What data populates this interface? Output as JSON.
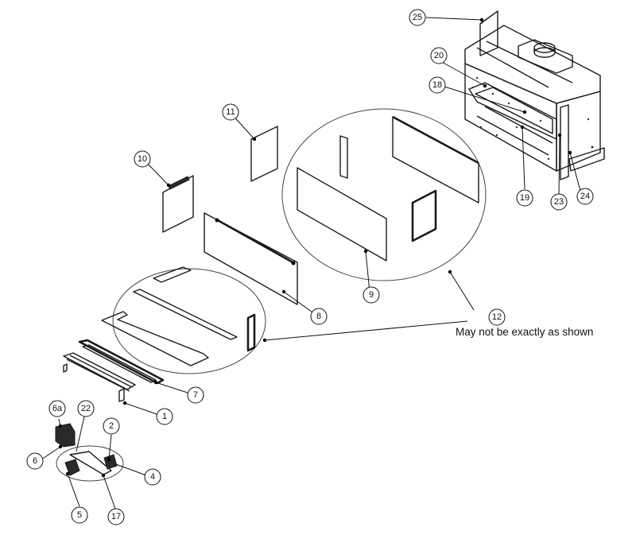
{
  "diagram": {
    "type": "exploded parts diagram",
    "subject": "fireplace insert",
    "note": "May not be exactly as shown",
    "callouts": [
      {
        "id": "25",
        "label": "25"
      },
      {
        "id": "20",
        "label": "20"
      },
      {
        "id": "18",
        "label": "18"
      },
      {
        "id": "19",
        "label": "19"
      },
      {
        "id": "23",
        "label": "23"
      },
      {
        "id": "24",
        "label": "24"
      },
      {
        "id": "11",
        "label": "11"
      },
      {
        "id": "10",
        "label": "10"
      },
      {
        "id": "8",
        "label": "8"
      },
      {
        "id": "9",
        "label": "9"
      },
      {
        "id": "12",
        "label": "12"
      },
      {
        "id": "7",
        "label": "7"
      },
      {
        "id": "1",
        "label": "1"
      },
      {
        "id": "6a",
        "label": "6a"
      },
      {
        "id": "22",
        "label": "22"
      },
      {
        "id": "2",
        "label": "2"
      },
      {
        "id": "6",
        "label": "6"
      },
      {
        "id": "4",
        "label": "4"
      },
      {
        "id": "5",
        "label": "5"
      },
      {
        "id": "17",
        "label": "17"
      }
    ]
  }
}
